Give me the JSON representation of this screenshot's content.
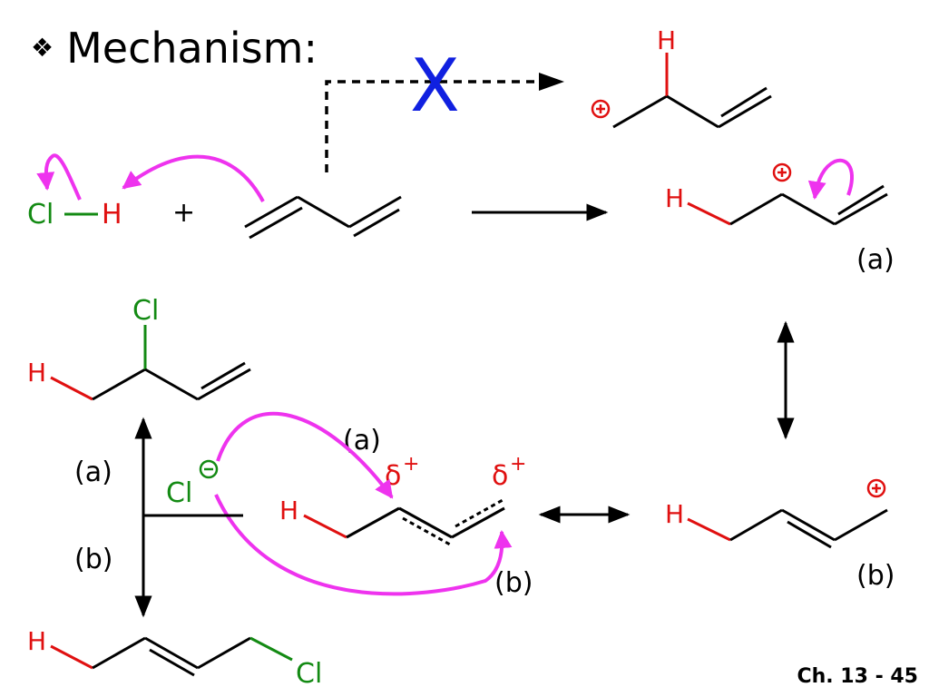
{
  "slide": {
    "title_bullet": "❖",
    "title": "Mechanism:",
    "footer": "Ch. 13 - 45"
  },
  "labels": {
    "cl": "Cl",
    "h": "H",
    "plus": "+",
    "cross": "X",
    "a": "(a)",
    "b": "(b)",
    "delta": "δ",
    "delta_plus": "+"
  },
  "colors": {
    "bond": "#000000",
    "hydrogen": "#e01010",
    "chlorine": "#138a13",
    "arrow": "#ee33ee",
    "cross": "#1020e0"
  },
  "icons": {
    "positive_charge": "circle-plus-icon",
    "negative_charge": "circle-minus-icon"
  }
}
